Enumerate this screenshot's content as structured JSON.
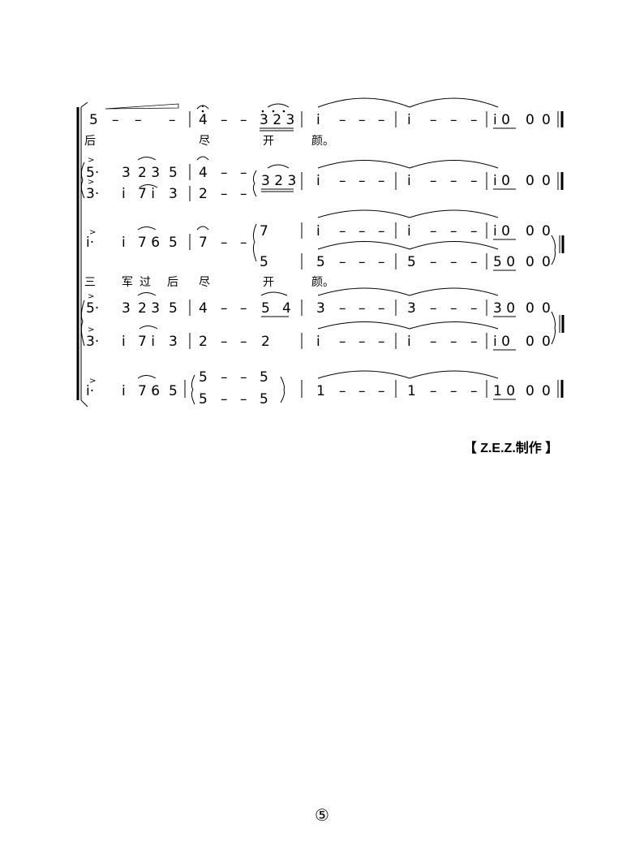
{
  "score": {
    "rows": [
      {
        "notes": [
          "5",
          "–",
          "–",
          "–",
          "|",
          "4",
          "–",
          "–",
          "3 2 3",
          "|",
          "i",
          "–",
          "–",
          "–",
          "|",
          "i",
          "–",
          "–",
          "–",
          "|",
          "i 0",
          "0",
          "0",
          "‖"
        ]
      },
      {
        "lyrics": [
          "后",
          "尽",
          "开",
          "颜。"
        ]
      },
      {
        "notes": [
          "5·",
          "3",
          "2 3",
          "5",
          "|",
          "4",
          "–",
          "–",
          "3 2 3",
          "|",
          "i",
          "–",
          "–",
          "–",
          "|",
          "i",
          "–",
          "–",
          "–",
          "|",
          "i 0",
          "0",
          "0",
          "‖"
        ]
      },
      {
        "notes": [
          "3·",
          "i",
          "7 i",
          "3",
          "|",
          "2",
          "–",
          "–",
          "|",
          "i",
          "–",
          "–",
          "–",
          "|",
          "i",
          "–",
          "–",
          "–",
          "|",
          "i 0",
          "0",
          "0",
          "‖"
        ]
      },
      {
        "notes": [
          "i·",
          "i",
          "7 6",
          "5",
          "|",
          "7",
          "–",
          "–",
          "7",
          "|",
          "i",
          "–",
          "–",
          "–",
          "|",
          "i",
          "–",
          "–",
          "–",
          "|",
          "i 0",
          "0",
          "0"
        ]
      },
      {
        "notes": [
          "5",
          "|",
          "5",
          "–",
          "–",
          "–",
          "|",
          "5",
          "–",
          "–",
          "–",
          "|",
          "5 0",
          "0",
          "0"
        ]
      },
      {
        "lyrics": [
          "三",
          "军",
          "过",
          "后",
          "尽",
          "开",
          "颜。"
        ]
      },
      {
        "notes": [
          "5·",
          "3",
          "2 3",
          "5",
          "|",
          "4",
          "–",
          "–",
          "5",
          "4",
          "|",
          "3",
          "–",
          "–",
          "–",
          "|",
          "3",
          "–",
          "–",
          "–",
          "|",
          "3 0",
          "0",
          "0"
        ]
      },
      {
        "notes": [
          "3·",
          "i",
          "7 i",
          "3",
          "|",
          "2",
          "–",
          "–",
          "2",
          "|",
          "i",
          "–",
          "–",
          "–",
          "|",
          "i",
          "–",
          "–",
          "–",
          "|",
          "i 0",
          "0",
          "0",
          "‖"
        ]
      },
      {
        "notes": [
          "i·",
          "i",
          "7 6",
          "5",
          "|",
          "5",
          "–",
          "–",
          "5",
          "|",
          "1",
          "–",
          "–",
          "–",
          "|",
          "1",
          "–",
          "–",
          "–",
          "|",
          "1 0",
          "0",
          "0",
          "‖"
        ]
      },
      {
        "notes": [
          "5",
          "–",
          "–",
          "5"
        ]
      }
    ]
  },
  "credit": "【 Z.E.Z.制作 】",
  "page_number": "⑤"
}
